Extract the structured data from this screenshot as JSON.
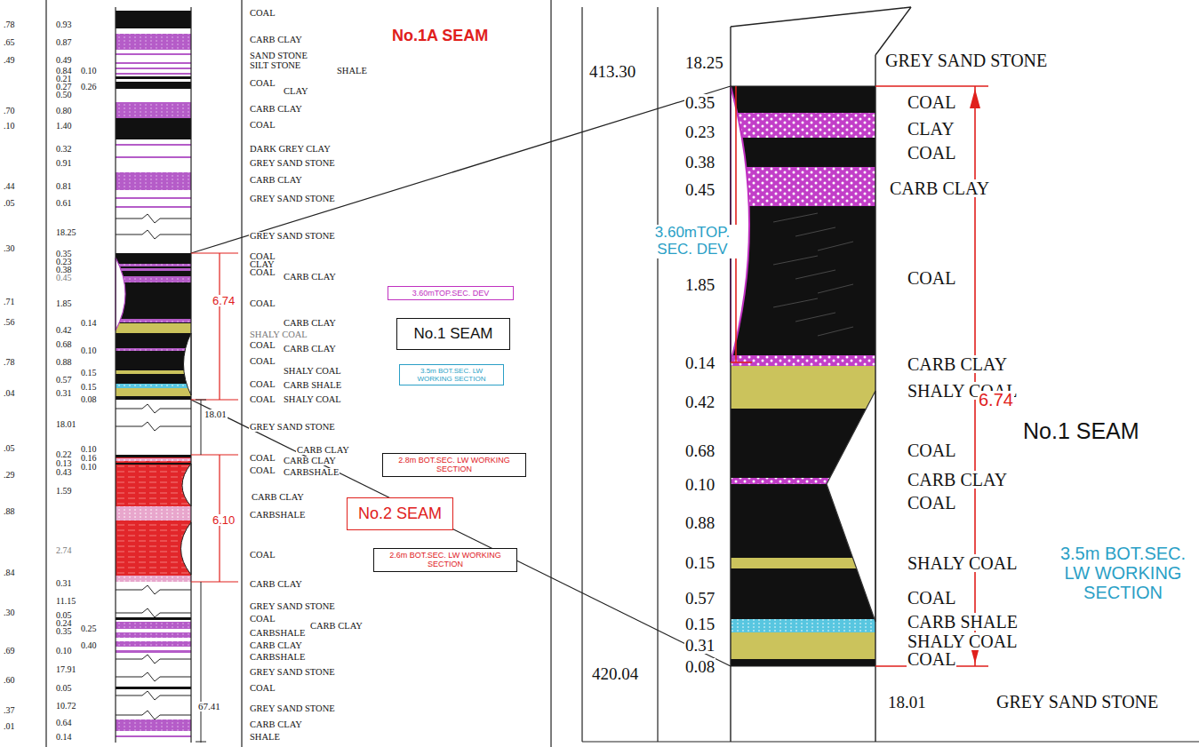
{
  "diagram": {
    "nodes": [
      {
        "text": [
          "3.60mTOP.SEC. DEV"
        ]
      },
      {
        "text": [
          "No.1 SEAM"
        ]
      },
      {
        "text": [
          "3.5m BOT.SEC. LW WORKING SECTION"
        ]
      },
      {
        "text": [
          "2.8m BOT.SEC. LW WORKING SECTION"
        ]
      },
      {
        "text": [
          "No.2 SEAM"
        ]
      },
      {
        "text": [
          "2.6m BOT.SEC. LW WORKING SECTION"
        ]
      }
    ],
    "labels": [
      ".78",
      ".65",
      ".49",
      ".70",
      ".10",
      ".44",
      ".05",
      ".30",
      ".71",
      ".56",
      ".78",
      ".04",
      ".05",
      ".29",
      ".88",
      ".84",
      ".30",
      ".69",
      ".60",
      ".37",
      ".01",
      "0.93",
      "0.87",
      "0.49",
      "0.84",
      "0.21",
      "0.27",
      "0.50",
      "0.80",
      "1.40",
      "0.32",
      "0.91",
      "0.81",
      "0.61",
      "18.25",
      "0.35",
      "0.23",
      "0.38",
      "0.45",
      "1.85",
      "0.42",
      "0.68",
      "0.88",
      "0.57",
      "0.31",
      "18.01",
      "0.22",
      "0.13",
      "0.43",
      "1.59",
      "2.74",
      "0.31",
      "11.15",
      "0.05",
      "0.24",
      "0.35",
      "0.10",
      "17.91",
      "0.05",
      "10.72",
      "0.64",
      "0.14",
      "0.10",
      "0.26",
      "0.14",
      "0.10",
      "0.15",
      "0.15",
      "0.08",
      "0.10",
      "0.16",
      "0.10",
      "0.25",
      "0.40",
      "6.74",
      "18.01",
      "6.10",
      "67.41",
      "COAL",
      "CARB CLAY",
      "SAND STONE",
      "SILT STONE",
      "SHALE",
      "COAL",
      "CLAY",
      "CARB CLAY",
      "COAL",
      "DARK GREY CLAY",
      "GREY SAND STONE",
      "CARB CLAY",
      "GREY SAND STONE",
      "GREY SAND STONE",
      "COAL",
      "CLAY",
      "COAL",
      "CARB CLAY",
      "COAL",
      "CARB CLAY",
      "SHALY COAL",
      "COAL",
      "CARB CLAY",
      "COAL",
      "SHALY COAL",
      "COAL",
      "CARB SHALE",
      "COAL",
      "SHALY COAL",
      "GREY SAND STONE",
      "CARB CLAY",
      "COAL",
      "CARB CLAY",
      "COAL",
      "CARBSHALE",
      "CARB CLAY",
      "CARBSHALE",
      "COAL",
      "CARB CLAY",
      "GREY SAND STONE",
      "COAL",
      "CARB CLAY",
      "CARBSHALE",
      "CARB CLAY",
      "CARBSHALE",
      "GREY SAND STONE",
      "COAL",
      "GREY SAND STONE",
      "CARB CLAY",
      "SHALE",
      "No.1A SEAM",
      "413.30",
      "18.25",
      "GREY SAND STONE",
      "0.35",
      "0.23",
      "0.38",
      "0.45",
      "1.85",
      "0.14",
      "0.42",
      "0.68",
      "0.10",
      "0.88",
      "0.15",
      "0.57",
      "0.15",
      "0.31",
      "0.08",
      "COAL",
      "CLAY",
      "COAL",
      "CARB CLAY",
      "COAL",
      "CARB CLAY",
      "SHALY COAL",
      "COAL",
      "CARB CLAY",
      "COAL",
      "SHALY COAL",
      "COAL",
      "CARB SHALE",
      "SHALY COAL",
      "COAL",
      "420.04",
      "18.01",
      "GREY SAND STONE",
      "3.60mTOP. SEC. DEV",
      "6.74",
      "No.1 SEAM",
      "3.5m BOT.SEC. LW WORKING SECTION"
    ]
  }
}
